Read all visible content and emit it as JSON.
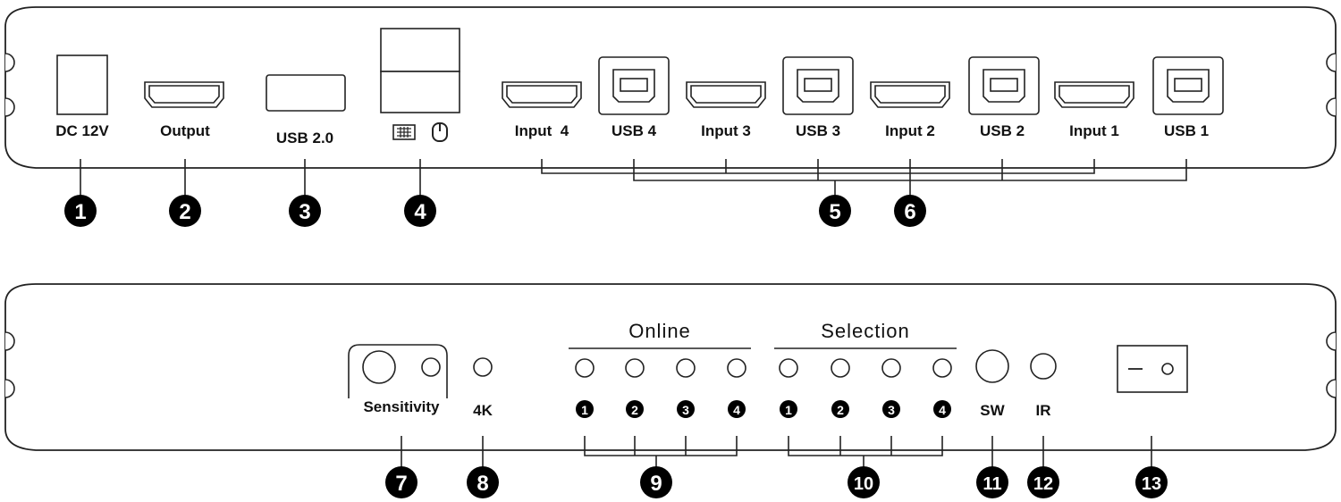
{
  "rear_panel": {
    "labels": {
      "dc": "DC 12V",
      "output": "Output",
      "usb20": "USB 2.0",
      "input4": "Input  4",
      "usb4": "USB 4",
      "input3": "Input 3",
      "usb3": "USB 3",
      "input2": "Input 2",
      "usb2": "USB 2",
      "input1": "Input 1",
      "usb1": "USB 1"
    },
    "icons": [
      "keyboard-icon",
      "mouse-icon"
    ],
    "callouts": [
      "1",
      "2",
      "3",
      "4",
      "5",
      "6"
    ]
  },
  "front_panel": {
    "labels": {
      "sensitivity": "Sensitivity",
      "k4": "4K",
      "online": "Online",
      "selection": "Selection",
      "sw": "SW",
      "ir": "IR"
    },
    "online_numbers": [
      "1",
      "2",
      "3",
      "4"
    ],
    "selection_numbers": [
      "1",
      "2",
      "3",
      "4"
    ],
    "callouts": [
      "7",
      "8",
      "9",
      "10",
      "11",
      "12",
      "13"
    ]
  }
}
